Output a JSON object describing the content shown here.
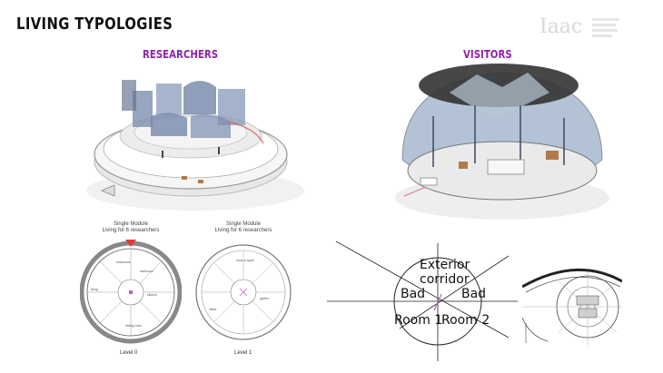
{
  "slide": {
    "title": "LIVING TYPOLOGIES"
  },
  "logo": {
    "text": "Iaac"
  },
  "sections": {
    "researchers": "RESEARCHERS",
    "visitors": "VISITORS"
  },
  "plans": {
    "left": {
      "caption_line1": "Single Module",
      "caption_line2": "Living for 6 researchers",
      "level": "Level 0"
    },
    "right": {
      "caption_line1": "Single Module",
      "caption_line2": "Living for 6 researchers",
      "level": "Level 1"
    }
  },
  "diagram": {
    "exterior": "Exterior",
    "corridor": "corridor",
    "bad_left": "Bad",
    "bad_right": "Bad",
    "room1": "Room 1",
    "room2": "Room 2"
  },
  "colors": {
    "accent": "#8e24aa",
    "marker": "#e53935"
  }
}
